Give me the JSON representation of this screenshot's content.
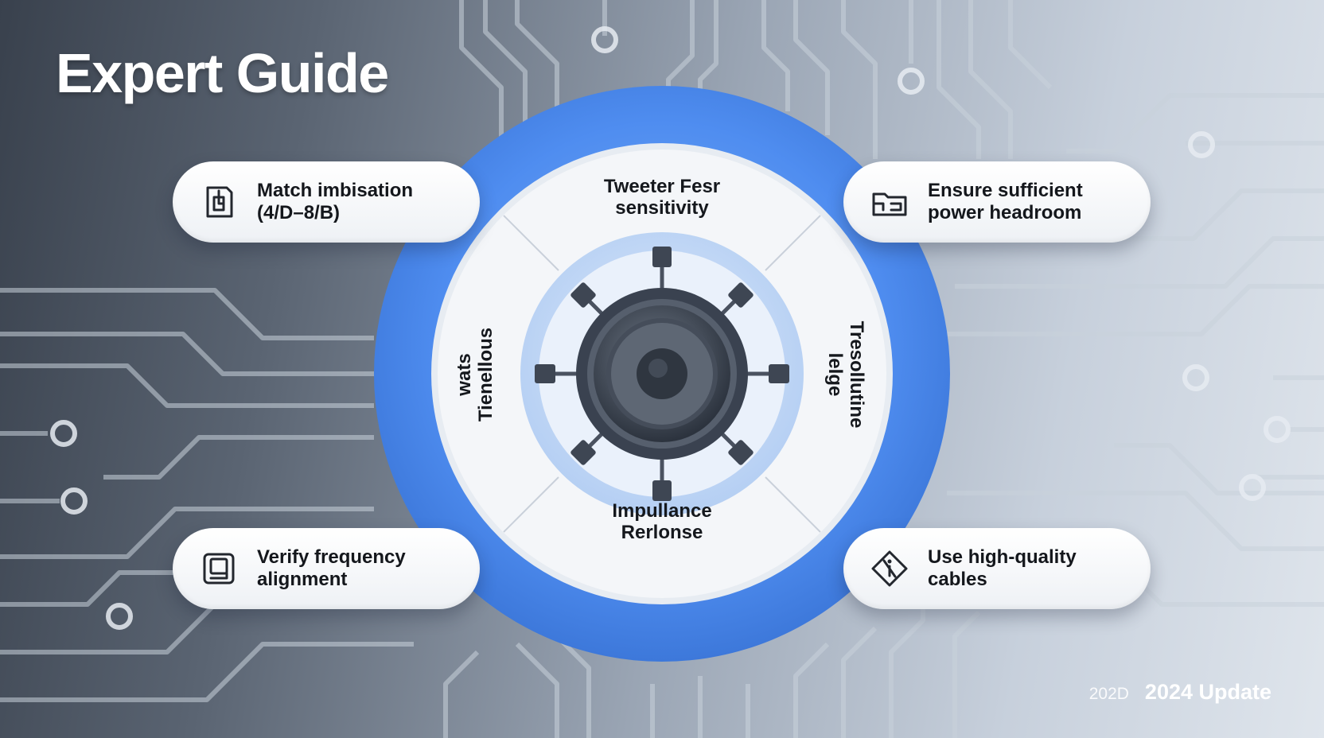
{
  "title": "Expert Guide",
  "center_ring": {
    "top_label": "Tweeter Fesr\nsensitivity",
    "left_label": "wats\nTienellous",
    "right_label": "Tresollutine\nlelge",
    "bottom_label": "Impullance\nRerlonse"
  },
  "callouts": [
    {
      "text": "Match imbisation\n(4/D–8/B)",
      "icon": "document-edit-icon"
    },
    {
      "text": "Ensure sufficient\npower headroom",
      "icon": "folder-plug-icon"
    },
    {
      "text": "Verify frequency\nalignment",
      "icon": "frame-box-icon"
    },
    {
      "text": "Use high-quality\ncables",
      "icon": "diamond-info-icon"
    }
  ],
  "footer": {
    "small": "202D",
    "big": "2024 Update"
  },
  "colors": {
    "ring_blue": "#4f8df0",
    "panel_white": "#f2f5f9",
    "speaker_dark": "#3a4250"
  }
}
